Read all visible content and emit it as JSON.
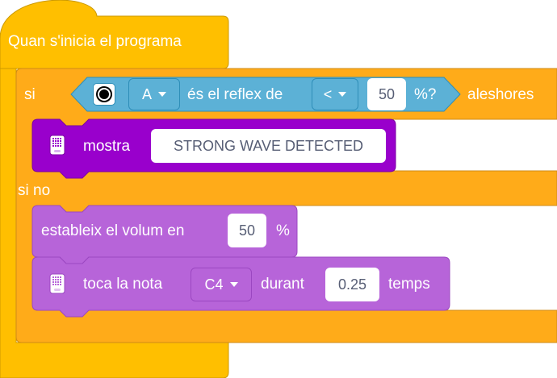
{
  "event_block": {
    "label": "Quan s'inicia el programa"
  },
  "if_block": {
    "if_label": "si",
    "then_label": "aleshores",
    "else_label": "si no",
    "condition": {
      "port": "A",
      "mid_label": "és el reflex de",
      "operator": "<",
      "value": "50",
      "suffix": "%?",
      "sensor_icon": "color-sensor-icon"
    }
  },
  "display_block": {
    "label": "mostra",
    "text_value": "STRONG WAVE DETECTED",
    "icon": "hub-light-matrix-icon"
  },
  "volume_block": {
    "label": "estableix el volum en",
    "value": "50",
    "suffix": "%"
  },
  "note_block": {
    "label": "toca la nota",
    "note": "C4",
    "mid_label": "durant",
    "duration": "0.25",
    "suffix": "temps",
    "icon": "hub-speaker-icon"
  },
  "colors": {
    "event": "#ffbf00",
    "event_edge": "#cc9900",
    "control": "#ffab19",
    "control_edge": "#cf8b17",
    "sensor": "#5cb1d6",
    "sensor_edge": "#2e8eb8",
    "display": "#9900cc",
    "display_edge": "#7a00a3",
    "sound": "#b764d9",
    "sound_edge": "#9b47c1"
  }
}
